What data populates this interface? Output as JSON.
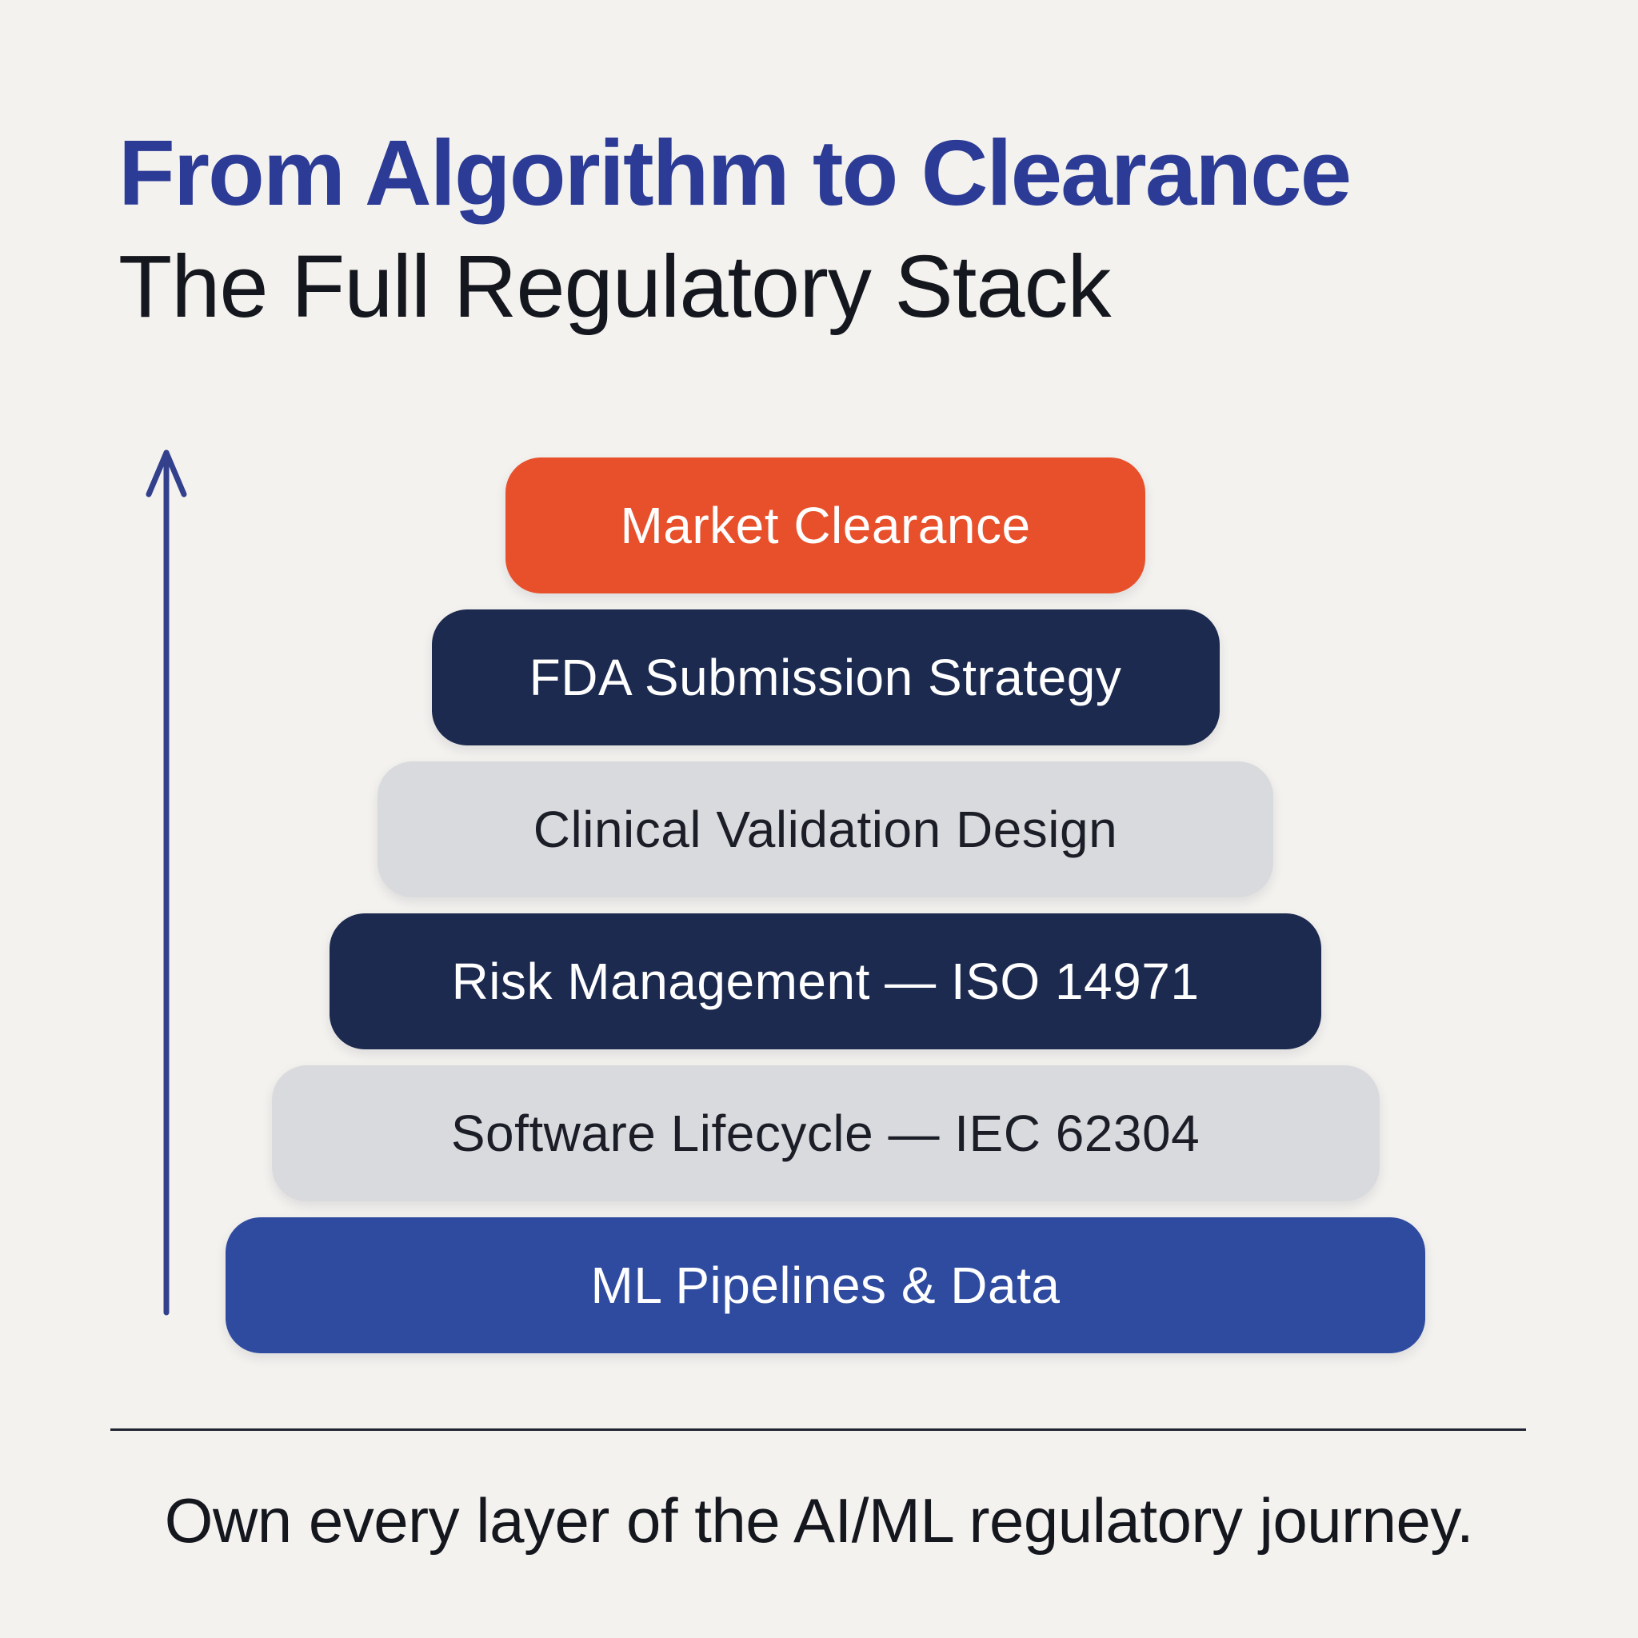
{
  "header": {
    "title": "From Algorithm to Clearance",
    "subtitle": "The Full Regulatory Stack"
  },
  "stack": {
    "layers": [
      {
        "label": "Market Clearance",
        "bg": "#e8502b",
        "text_color": "#ffffff"
      },
      {
        "label": "FDA Submission Strategy",
        "bg": "#1c2a4f",
        "text_color": "#ffffff"
      },
      {
        "label": "Clinical Validation Design",
        "bg": "#d9dade",
        "text_color": "#1b1e27"
      },
      {
        "label": "Risk Management — ISO 14971",
        "bg": "#1c2a4f",
        "text_color": "#ffffff"
      },
      {
        "label": "Software Lifecycle — IEC 62304",
        "bg": "#d9dade",
        "text_color": "#1b1e27"
      },
      {
        "label": "ML Pipelines & Data",
        "bg": "#2f4ba0",
        "text_color": "#ffffff"
      }
    ]
  },
  "footer": {
    "caption": "Own every layer of the AI/ML regulatory journey."
  },
  "colors": {
    "background": "#f4f2ef",
    "title": "#2c3c96",
    "subtitle": "#15171e",
    "arrow": "#33418d",
    "divider": "#1f2430",
    "footer_text": "#15171e"
  }
}
